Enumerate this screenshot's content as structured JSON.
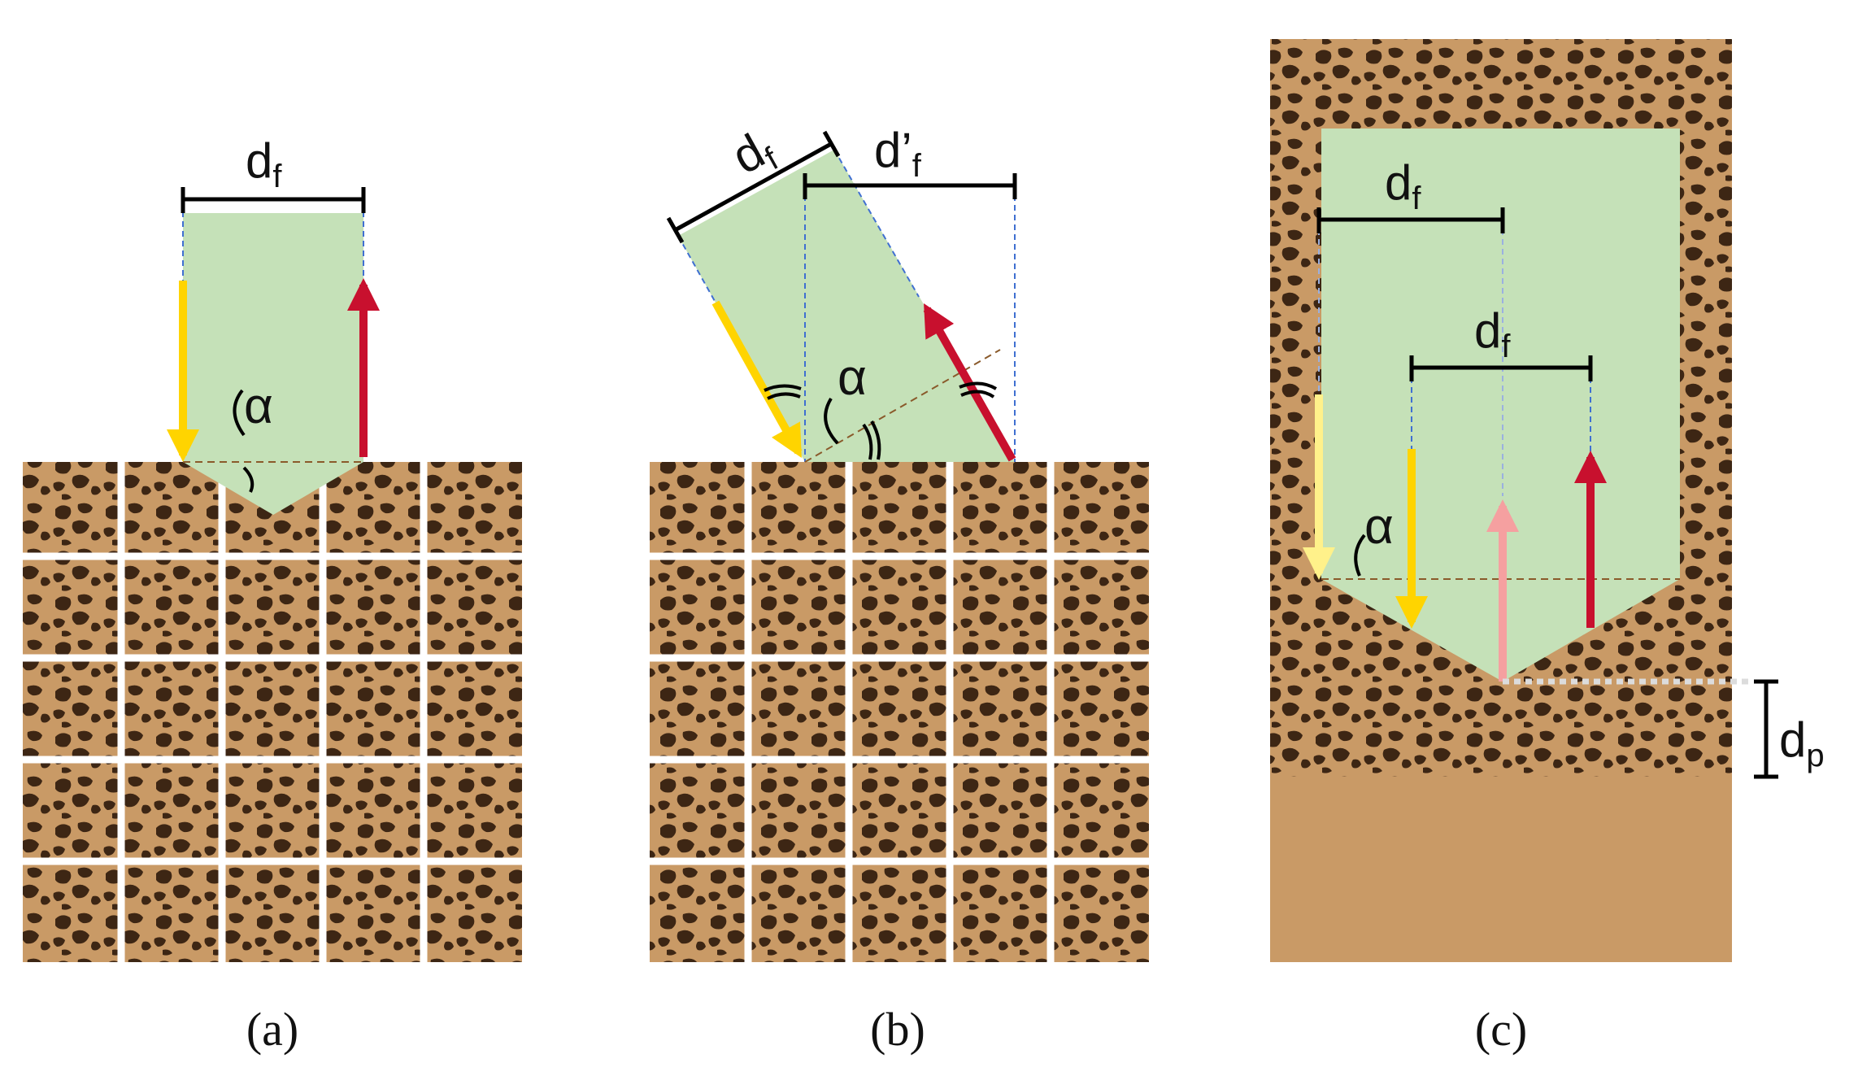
{
  "colors": {
    "soil": "#c99a66",
    "spot": "#3d2614",
    "pellet": "#c5e1b8",
    "down_arrow": "#ffd400",
    "down_arrow_faded": "#fff18a",
    "up_arrow": "#c8102e",
    "up_arrow_faded": "#f5a0a0",
    "dash_blue": "#3f6fd1",
    "dash_brown": "#8a5a2b",
    "dimension_line": "#000000"
  },
  "panels": [
    {
      "id": "a",
      "caption": "(a)",
      "width_label": "d",
      "width_label_sub": "f",
      "angle_label": "α"
    },
    {
      "id": "b",
      "caption": "(b)",
      "width_label": "d",
      "width_label_sub": "f",
      "projected_width_label": "d’",
      "projected_width_label_sub": "f",
      "angle_label": "α"
    },
    {
      "id": "c",
      "caption": "(c)",
      "width_label_upper": "d",
      "width_label_upper_sub": "f",
      "width_label_lower": "d",
      "width_label_lower_sub": "f",
      "angle_label": "α",
      "penetration_label": "d",
      "penetration_label_sub": "p"
    }
  ]
}
